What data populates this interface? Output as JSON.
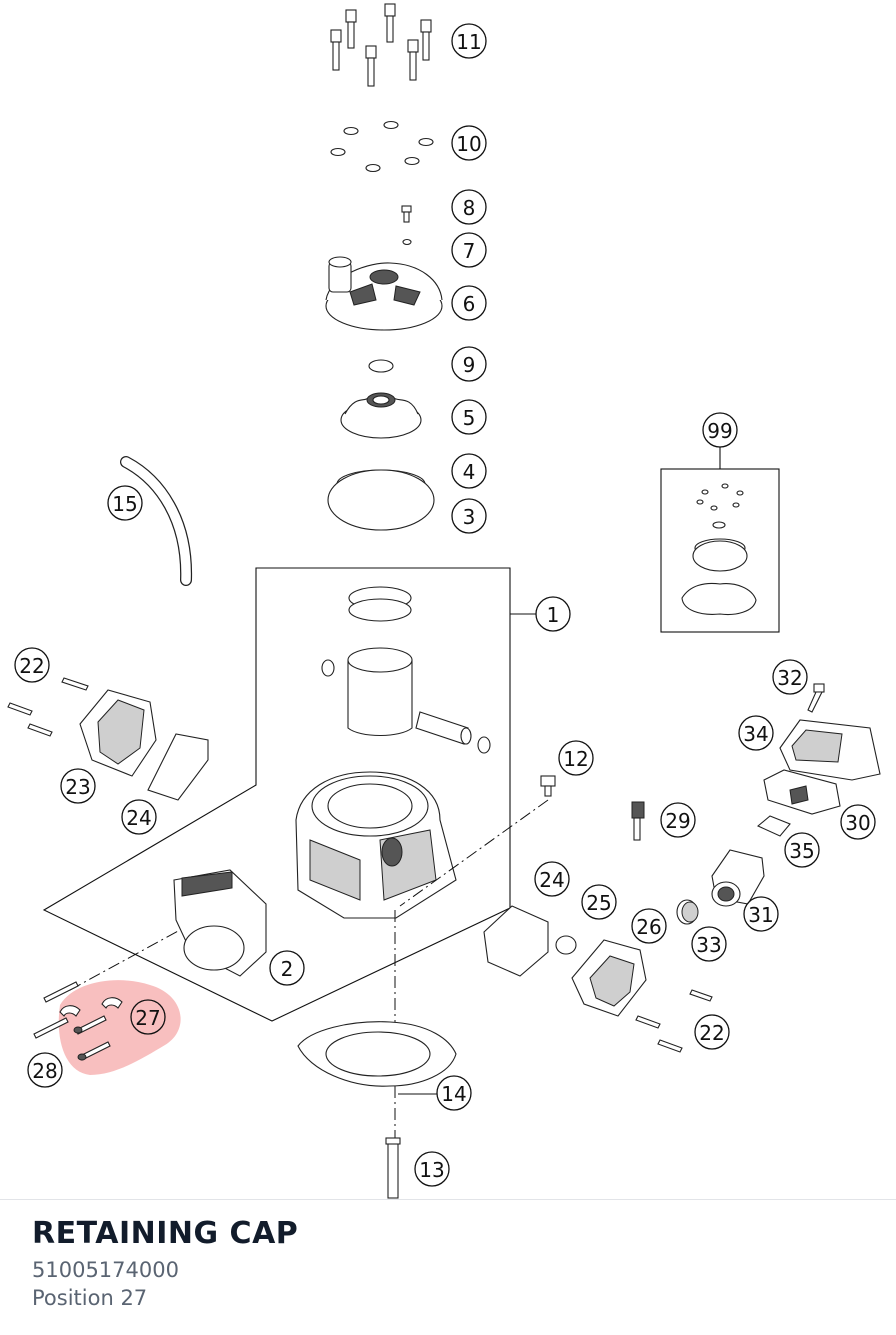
{
  "diagram": {
    "callouts": [
      {
        "id": "11",
        "label": "11"
      },
      {
        "id": "10",
        "label": "10"
      },
      {
        "id": "8",
        "label": "8"
      },
      {
        "id": "7",
        "label": "7"
      },
      {
        "id": "6",
        "label": "6"
      },
      {
        "id": "9",
        "label": "9"
      },
      {
        "id": "5",
        "label": "5"
      },
      {
        "id": "4",
        "label": "4"
      },
      {
        "id": "3",
        "label": "3"
      },
      {
        "id": "15",
        "label": "15"
      },
      {
        "id": "99",
        "label": "99"
      },
      {
        "id": "1",
        "label": "1"
      },
      {
        "id": "22a",
        "label": "22"
      },
      {
        "id": "23",
        "label": "23"
      },
      {
        "id": "24a",
        "label": "24"
      },
      {
        "id": "32",
        "label": "32"
      },
      {
        "id": "34",
        "label": "34"
      },
      {
        "id": "12",
        "label": "12"
      },
      {
        "id": "29",
        "label": "29"
      },
      {
        "id": "30",
        "label": "30"
      },
      {
        "id": "35",
        "label": "35"
      },
      {
        "id": "24b",
        "label": "24"
      },
      {
        "id": "25",
        "label": "25"
      },
      {
        "id": "26",
        "label": "26"
      },
      {
        "id": "31",
        "label": "31"
      },
      {
        "id": "33",
        "label": "33"
      },
      {
        "id": "2",
        "label": "2"
      },
      {
        "id": "27",
        "label": "27"
      },
      {
        "id": "28",
        "label": "28"
      },
      {
        "id": "22b",
        "label": "22"
      },
      {
        "id": "14",
        "label": "14"
      },
      {
        "id": "13",
        "label": "13"
      }
    ],
    "highlighted_position": "27",
    "highlight_color": "#f28b8b"
  },
  "part": {
    "name": "RETAINING CAP",
    "number": "51005174000",
    "position": "Position 27"
  }
}
